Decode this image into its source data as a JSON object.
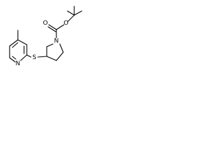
{
  "molecule": {
    "atoms": {
      "ring_nitrogen": "N",
      "pyrrolidine_nitrogen": "N",
      "sulfur": "S",
      "carbonyl_oxygen": "O",
      "ester_oxygen": "O"
    }
  }
}
